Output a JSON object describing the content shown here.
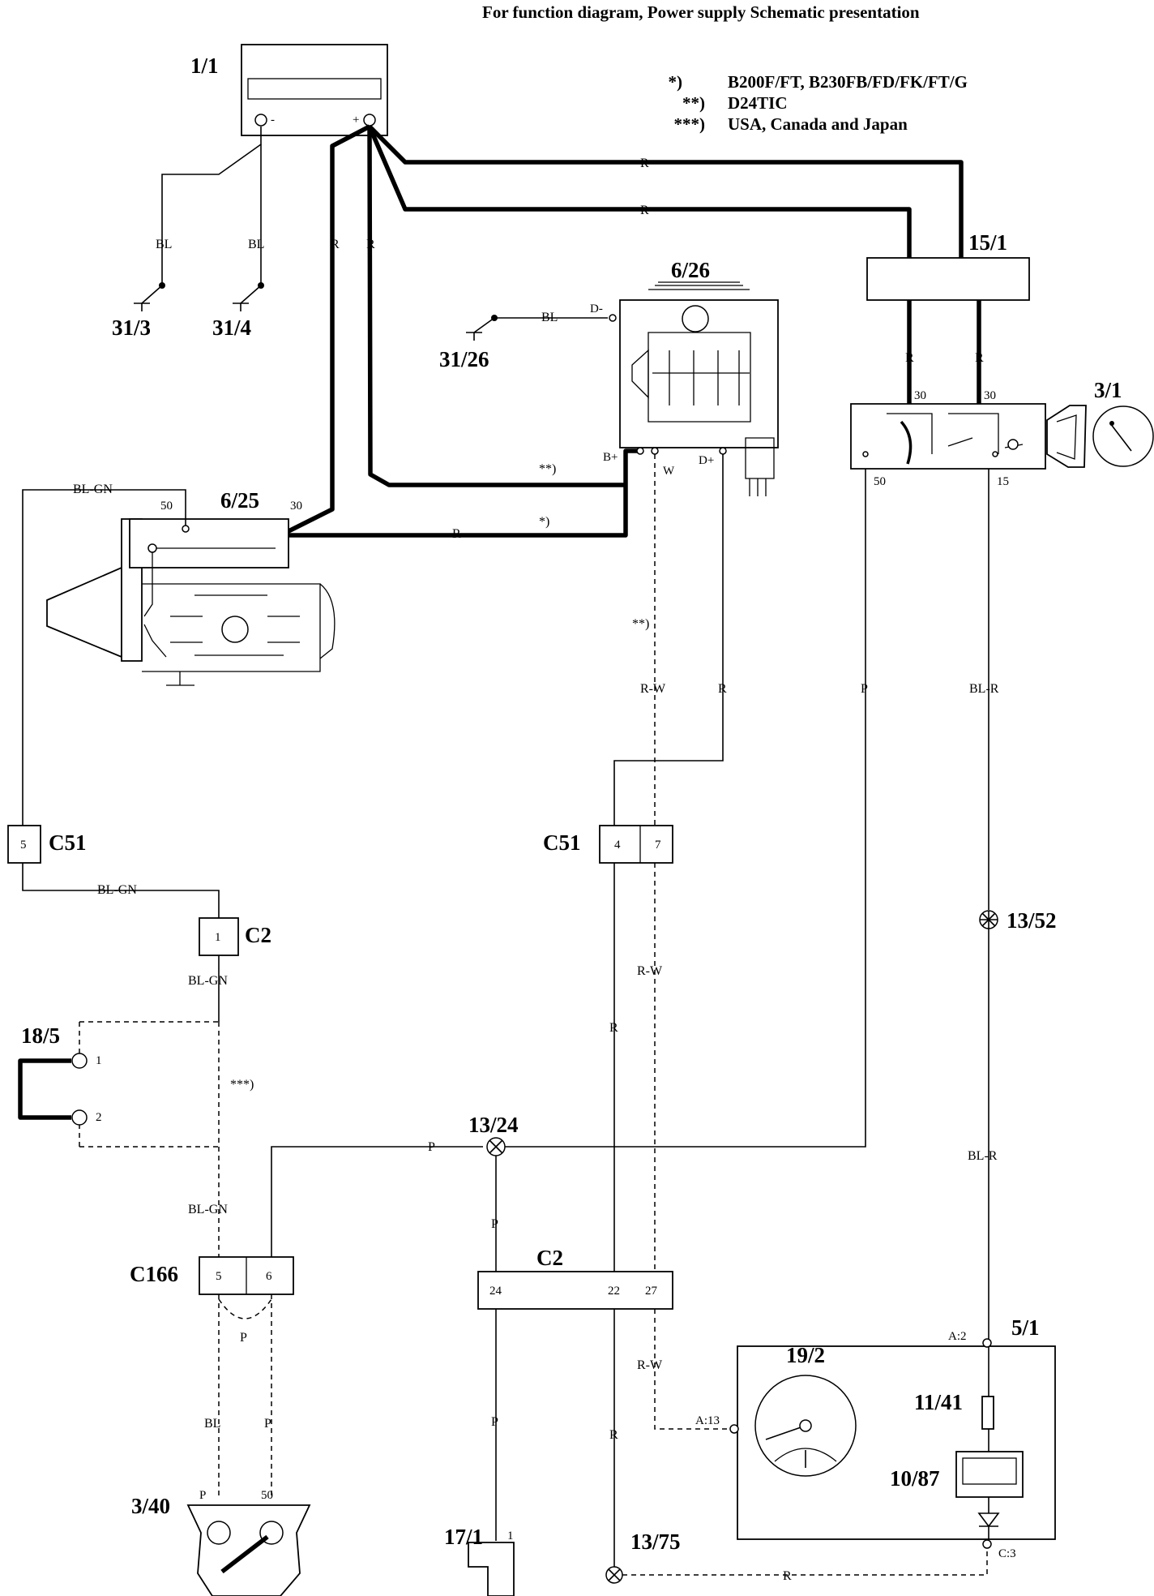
{
  "header": {
    "title": "For function diagram, Power supply Schematic presentation"
  },
  "notes": [
    {
      "mark": "*)",
      "text": "B200F/FT, B230FB/FD/FK/FT/G"
    },
    {
      "mark": "**)",
      "text": "D24TIC"
    },
    {
      "mark": "***)",
      "text": "USA, Canada and Japan"
    }
  ],
  "components": {
    "battery": "1/1",
    "ground_31_3": "31/3",
    "ground_31_4": "31/4",
    "ground_31_26": "31/26",
    "alternator": "6/26",
    "starter": "6/25",
    "fuse_box": "15/1",
    "ignition_switch": "3/1",
    "connector_c51_left": "C51",
    "connector_c51_right": "C51",
    "connector_c2_top": "C2",
    "connector_c2_mid": "C2",
    "connector_c166": "C166",
    "splice_13_52": "13/52",
    "splice_13_24": "13/24",
    "splice_13_75": "13/75",
    "relay_18_5": "18/5",
    "instrument_5_1": "5/1",
    "tachometer": "19/2",
    "fuse_11_41": "11/41",
    "charge_lamp": "10/87",
    "gear_switch": "3/40",
    "diagnostic_17_1": "17/1"
  },
  "wires": {
    "R": "R",
    "BL": "BL",
    "BL_GN": "BL-GN",
    "BL_R": "BL-R",
    "P": "P",
    "R_W": "R-W",
    "W": "W",
    "note_star": "*)",
    "note_2star": "**)",
    "note_3star": "***)"
  },
  "pins": {
    "p30": "30",
    "p50": "50",
    "p15": "15",
    "p1": "1",
    "p2": "2",
    "p4": "4",
    "p5": "5",
    "p6": "6",
    "p7": "7",
    "p22": "22",
    "p24": "24",
    "p27": "27",
    "d_minus": "D-",
    "b_plus": "B+",
    "d_plus": "D+",
    "a2": "A:2",
    "a13": "A:13",
    "c3": "C:3",
    "batt_minus": "-",
    "batt_plus": "+"
  }
}
